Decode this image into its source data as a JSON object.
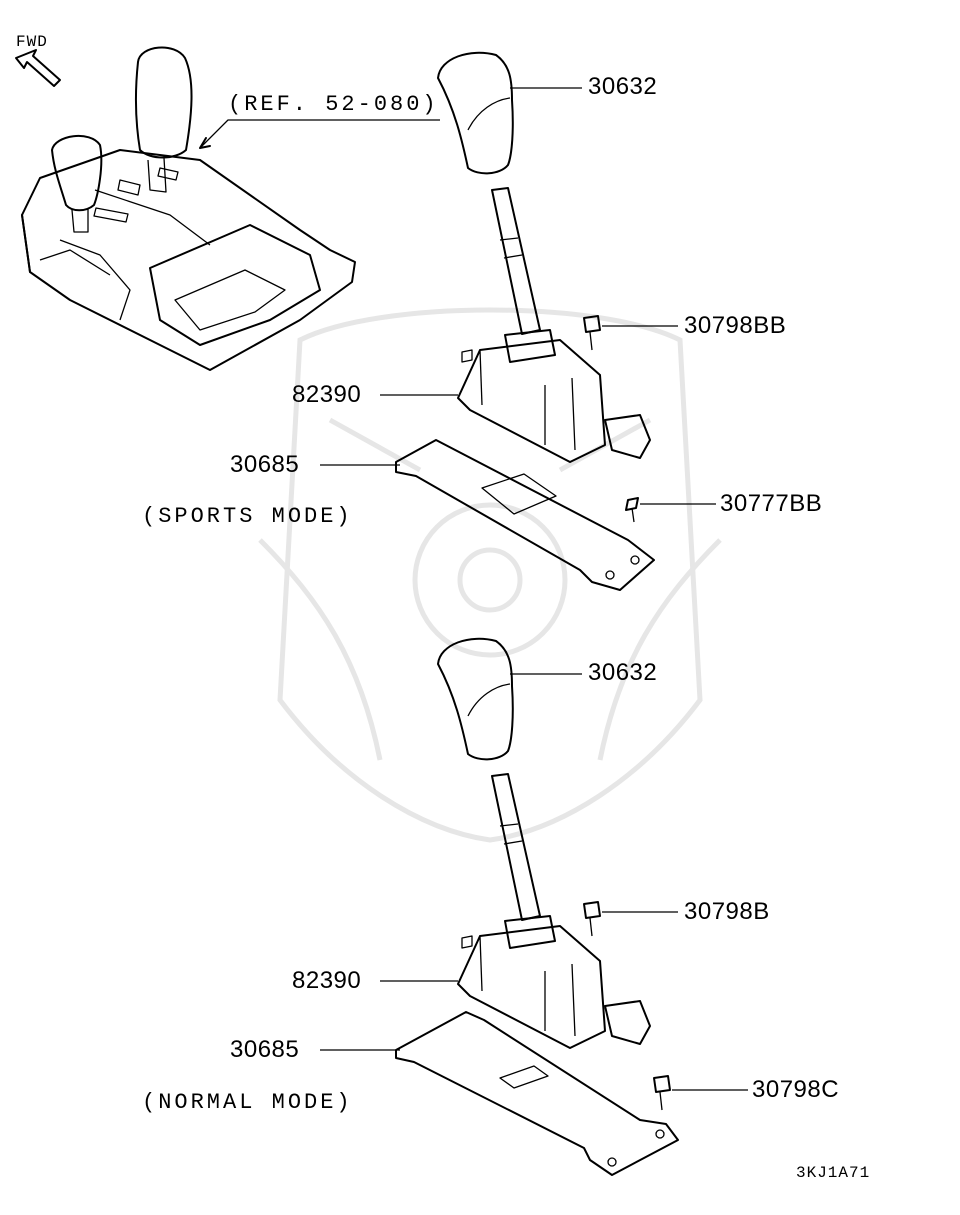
{
  "diagram": {
    "fwd_label": "FWD",
    "ref_label": "(REF. 52-080)",
    "footer_code": "3KJ1A71",
    "sports_mode_label": "(SPORTS MODE)",
    "normal_mode_label": "(NORMAL MODE)",
    "parts": {
      "knob_top": "30632",
      "bolt_top": "30798BB",
      "lever_top": "82390",
      "plate_top": "30685",
      "screw_top": "30777BB",
      "knob_bottom": "30632",
      "bolt_bottom": "30798B",
      "lever_bottom": "82390",
      "plate_bottom": "30685",
      "bolt_bottom2": "30798C"
    }
  }
}
